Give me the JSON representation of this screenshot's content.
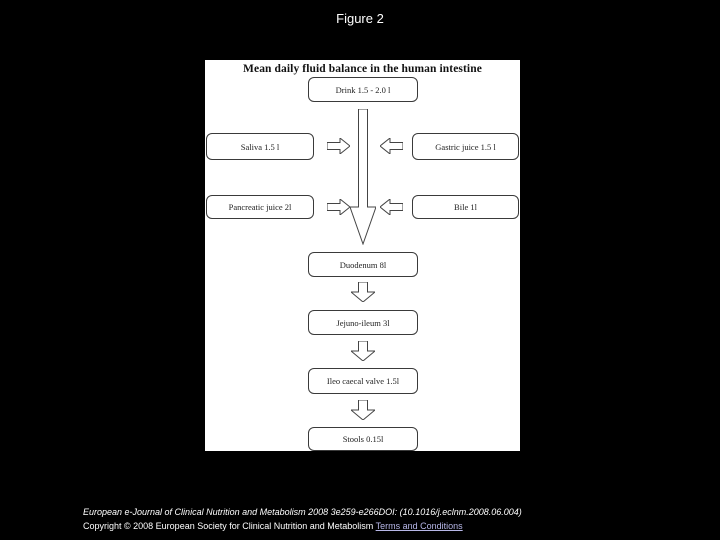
{
  "page": {
    "figure_label": "Figure 2",
    "background_color": "#000000"
  },
  "diagram": {
    "title": "Mean daily fluid balance in the human intestine",
    "nodes": {
      "drink": "Drink 1.5 - 2.0 l",
      "saliva": "Saliva 1.5 l",
      "gastric_juice": "Gastric juice 1.5 l",
      "pancreatic_juice": "Pancreatic juice 2l",
      "bile": "Bile 1l",
      "duodenum": "Duodenum 8l",
      "jejuno_ileum": "Jejuno-ileum 3l",
      "ileo_caecal_valve": "Ileo caecal valve 1.5l",
      "stools": "Stools 0.15l"
    },
    "flow": [
      "drink -> duodenum",
      "saliva -> duodenum",
      "gastric_juice -> duodenum",
      "pancreatic_juice -> duodenum",
      "bile -> duodenum",
      "duodenum -> jejuno_ileum",
      "jejuno_ileum -> ileo_caecal_valve",
      "ileo_caecal_valve -> stools"
    ],
    "colors": {
      "panel_background": "#ffffff",
      "node_border": "#3a3a3a",
      "arrow_outline": "#444444",
      "text": "#222222"
    }
  },
  "footer": {
    "citation": "European e-Journal of Clinical Nutrition and Metabolism 2008 3e259-e266DOI: (10.1016/j.eclnm.2008.06.004)",
    "copyright": "Copyright © 2008 European Society for Clinical Nutrition and Metabolism ",
    "terms_link": "Terms and Conditions",
    "colors": {
      "text": "#ffffff",
      "link": "#b7b7e8"
    }
  }
}
